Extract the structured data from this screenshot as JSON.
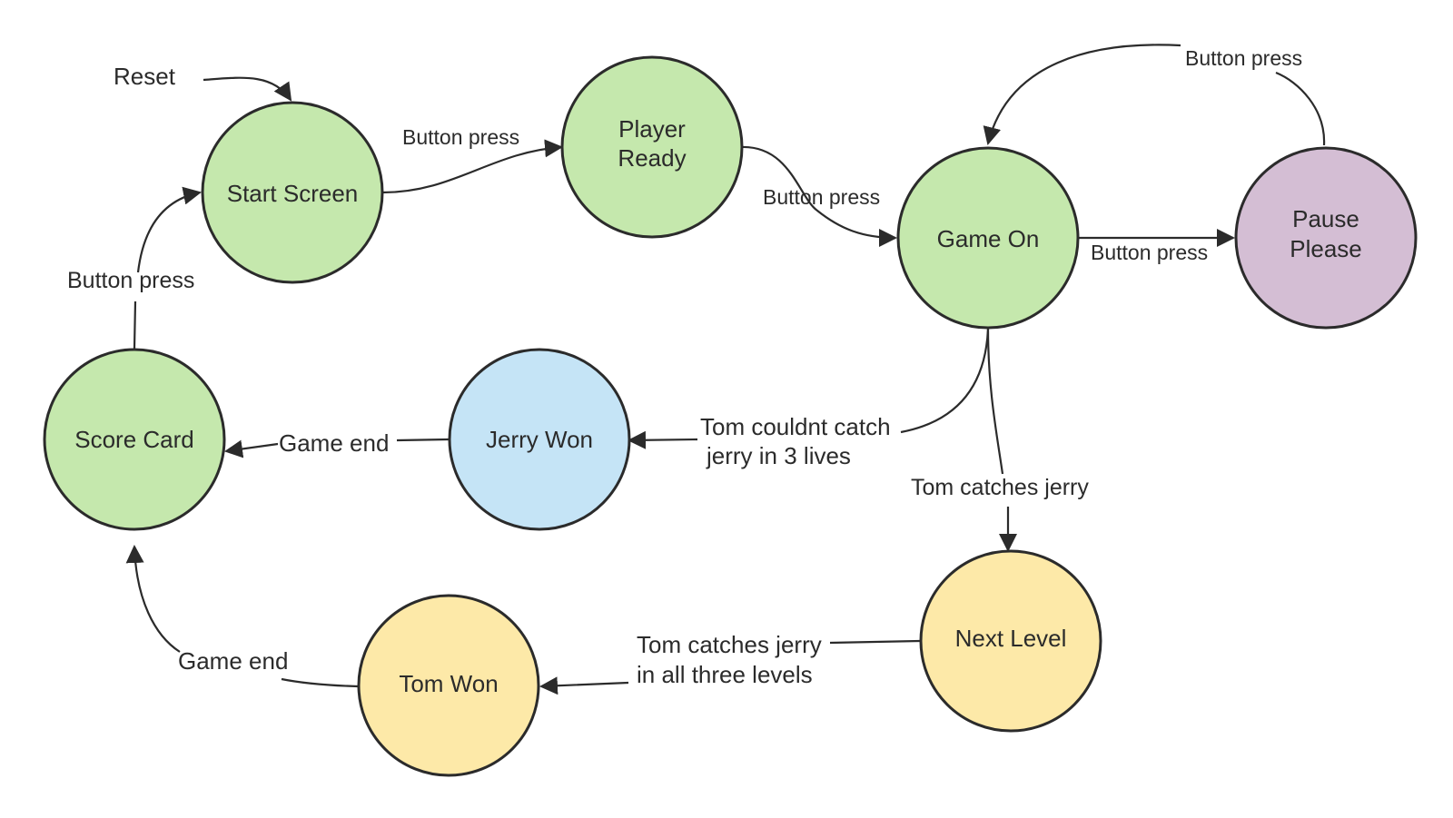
{
  "states": {
    "start_screen": {
      "lines": [
        "Start Screen"
      ],
      "color": "#c5e8ad"
    },
    "player_ready": {
      "lines": [
        "Player",
        "Ready"
      ],
      "color": "#c5e8ad"
    },
    "game_on": {
      "lines": [
        "Game On"
      ],
      "color": "#c5e8ad"
    },
    "pause_please": {
      "lines": [
        "Pause",
        "Please"
      ],
      "color": "#d4bed4"
    },
    "score_card": {
      "lines": [
        "Score Card"
      ],
      "color": "#c5e8ad"
    },
    "jerry_won": {
      "lines": [
        "Jerry Won"
      ],
      "color": "#c5e4f6"
    },
    "next_level": {
      "lines": [
        "Next Level"
      ],
      "color": "#fde9a8"
    },
    "tom_won": {
      "lines": [
        "Tom Won"
      ],
      "color": "#fde9a8"
    }
  },
  "labels": {
    "reset": "Reset",
    "start_to_ready": "Button press",
    "ready_to_game": "Button press",
    "game_to_pause": "Button press",
    "pause_to_game": "Button press",
    "score_to_start": "Button press",
    "jerry_to_score": "Game end",
    "game_to_jerry_1": "Tom couldnt catch",
    "game_to_jerry_2": "jerry in 3 lives",
    "game_to_next": "Tom catches jerry",
    "next_to_tom_1": "Tom catches jerry",
    "next_to_tom_2": "in all three levels",
    "tom_to_score": "Game end"
  }
}
